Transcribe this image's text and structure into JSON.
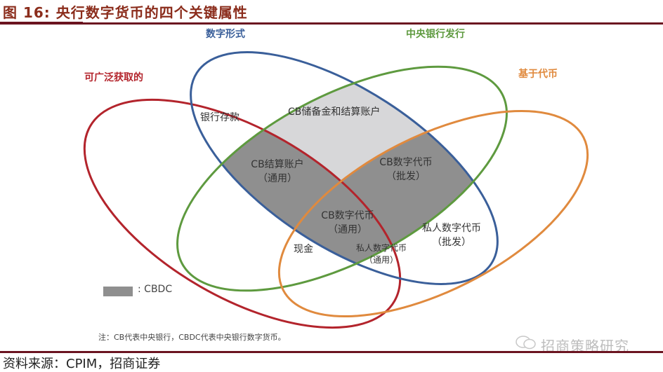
{
  "header": {
    "title": "图 16:  央行数字货币的四个关键属性"
  },
  "diagram": {
    "type": "venn",
    "sets": [
      {
        "id": "widely-accessible",
        "label": "可广泛获取的",
        "color": "#b3242c"
      },
      {
        "id": "digital-form",
        "label": "数字形式",
        "color": "#3a5f9a"
      },
      {
        "id": "central-bank-issued",
        "label": "中央银行发行",
        "color": "#5e9a3f"
      },
      {
        "id": "token-based",
        "label": "基于代币",
        "color": "#e08a3e"
      }
    ],
    "regions": [
      {
        "id": "bank-deposits",
        "line1": "银行存款",
        "line2": ""
      },
      {
        "id": "cb-reserves",
        "line1": "CB储备金和结算账户",
        "line2": ""
      },
      {
        "id": "cb-settlement-general",
        "line1": "CB结算账户",
        "line2": "（通用）"
      },
      {
        "id": "cb-token-wholesale",
        "line1": "CB数字代币",
        "line2": "（批发）"
      },
      {
        "id": "cb-token-general",
        "line1": "CB数字代币",
        "line2": "（通用）"
      },
      {
        "id": "cash",
        "line1": "现金",
        "line2": ""
      },
      {
        "id": "private-token-general",
        "line1": "私人数字代币",
        "line2": "（通用）"
      },
      {
        "id": "private-token-wholesale",
        "line1": "私人数字代币",
        "line2": "（批发）"
      }
    ],
    "colors": {
      "cbdc_fill": "#8f8f8f",
      "light_fill": "#d7d7d9"
    },
    "legend": {
      "label": ":  CBDC"
    },
    "note": "注：CB代表中央银行，CBDC代表中央银行数字货币。"
  },
  "watermark": {
    "text": "招商策略研究"
  },
  "footer": {
    "source": "资料来源：CPIM，招商证券"
  }
}
